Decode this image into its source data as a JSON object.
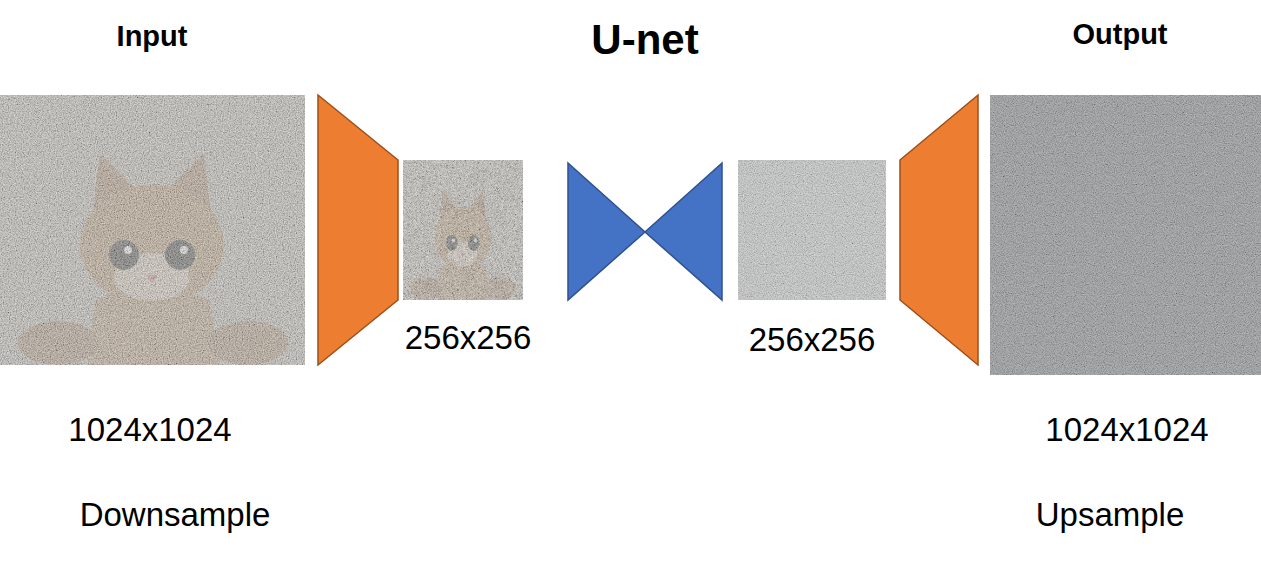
{
  "diagram": {
    "title": "U-net",
    "nodes": [
      {
        "text": [
          "Input",
          "1024x1024"
        ]
      },
      {
        "text": [
          "256x256"
        ]
      },
      {
        "text": [
          "256x256"
        ]
      },
      {
        "text": [
          "Output",
          "1024x1024"
        ]
      }
    ],
    "labels": [
      "Downsample",
      "Upsample"
    ]
  }
}
